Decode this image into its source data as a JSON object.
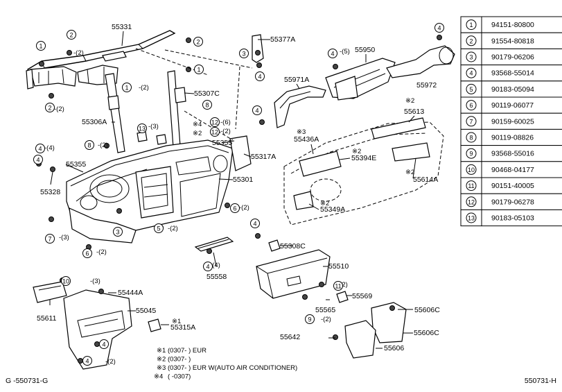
{
  "callouts": [
    {
      "label": "55331"
    },
    {
      "label": "55377A"
    },
    {
      "label": "55950"
    },
    {
      "label": "55307C"
    },
    {
      "label": "55971A"
    },
    {
      "label": "55972"
    },
    {
      "label": "55613"
    },
    {
      "label": "55306A"
    },
    {
      "label": "55436A"
    },
    {
      "label": "55394E"
    },
    {
      "label": "55355"
    },
    {
      "label": "55317A"
    },
    {
      "label": "55355"
    },
    {
      "label": "55328"
    },
    {
      "label": "55301"
    },
    {
      "label": "55614A"
    },
    {
      "label": "55349A"
    },
    {
      "label": "55308C"
    },
    {
      "label": "55558"
    },
    {
      "label": "55510"
    },
    {
      "label": "55569"
    },
    {
      "label": "55565"
    },
    {
      "label": "55444A"
    },
    {
      "label": "55611"
    },
    {
      "label": "55045"
    },
    {
      "label": "55315A"
    },
    {
      "label": "55606C"
    },
    {
      "label": "55642"
    },
    {
      "label": "55606C"
    },
    {
      "label": "55606"
    }
  ],
  "qty": [
    {
      "text": "-(2)"
    },
    {
      "text": "-(2)"
    },
    {
      "text": "-(2)"
    },
    {
      "text": "-(5)"
    },
    {
      "text": "-(4)"
    },
    {
      "text": "-(2)"
    },
    {
      "text": "-(6)"
    },
    {
      "text": "-(2)"
    },
    {
      "text": "-(2)"
    },
    {
      "text": "-(2)"
    },
    {
      "text": "-(3)"
    },
    {
      "text": "-(2)"
    },
    {
      "text": "-(4)"
    },
    {
      "text": "-(3)"
    },
    {
      "text": "-(2)"
    },
    {
      "text": "-(2)"
    },
    {
      "text": "-(2)"
    },
    {
      "text": "-(3)"
    }
  ],
  "marks": [
    {
      "text": "※4"
    },
    {
      "text": "※2"
    },
    {
      "text": "※3"
    },
    {
      "text": "※2"
    },
    {
      "text": "※2"
    },
    {
      "text": "※2"
    },
    {
      "text": "※2"
    },
    {
      "text": "※1"
    }
  ],
  "parts_table": [
    {
      "num": "1",
      "part": "94151-80800"
    },
    {
      "num": "2",
      "part": "91554-80818"
    },
    {
      "num": "3",
      "part": "90179-06206"
    },
    {
      "num": "4",
      "part": "93568-55014"
    },
    {
      "num": "5",
      "part": "90183-05094"
    },
    {
      "num": "6",
      "part": "90119-06077"
    },
    {
      "num": "7",
      "part": "90159-60025"
    },
    {
      "num": "8",
      "part": "90119-08826"
    },
    {
      "num": "9",
      "part": "93568-55016"
    },
    {
      "num": "10",
      "part": "90468-04177"
    },
    {
      "num": "11",
      "part": "90151-40005"
    },
    {
      "num": "12",
      "part": "90179-06278"
    },
    {
      "num": "13",
      "part": "90183-05103"
    }
  ],
  "legend": [
    {
      "mark": "※1",
      "text": "(0307-      ) EUR"
    },
    {
      "mark": "※2",
      "text": "(0307-      )"
    },
    {
      "mark": "※3",
      "text": "(0307-      ) EUR W(AUTO AIR CONDITIONER)"
    },
    {
      "mark": "※4",
      "text": "(         -0307)"
    }
  ],
  "footer": {
    "left": "G -550731-G",
    "right": "550731-H"
  }
}
